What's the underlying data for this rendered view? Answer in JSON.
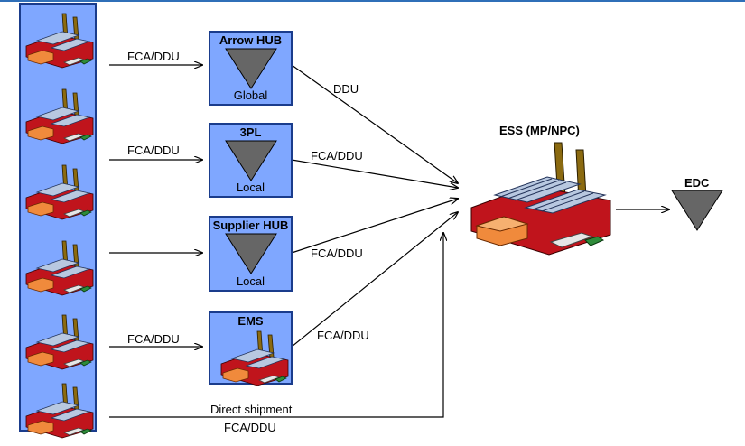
{
  "suppliers": {
    "count": 6,
    "icon": "factory-icon"
  },
  "nodes": [
    {
      "title": "Arrow HUB",
      "sub": "Global",
      "type": "inventory-triangle"
    },
    {
      "title": "3PL",
      "sub": "Local",
      "type": "inventory-triangle"
    },
    {
      "title": "Supplier HUB",
      "sub": "Local",
      "type": "inventory-triangle"
    },
    {
      "title": "EMS",
      "sub": "",
      "type": "factory"
    }
  ],
  "labels": {
    "in_arrow_hub": "FCA/DDU",
    "in_3pl": "FCA/DDU",
    "in_supplier_hub": "",
    "in_ems": "FCA/DDU",
    "out_arrow_hub": "DDU",
    "out_3pl": "FCA/DDU",
    "out_supplier_hub": "FCA/DDU",
    "out_ems": "FCA/DDU",
    "direct_line1": "Direct shipment",
    "direct_line2": "FCA/DDU"
  },
  "ess": {
    "title": "ESS (MP/NPC)",
    "icon": "factory-icon"
  },
  "edc": {
    "title": "EDC",
    "icon": "inventory-triangle-icon"
  },
  "colors": {
    "box_fill": "#7fa7ff",
    "box_border": "#1a3c8c",
    "triangle": "#666666",
    "factory_red": "#c0141c",
    "factory_roof": "#b8c8e0"
  }
}
